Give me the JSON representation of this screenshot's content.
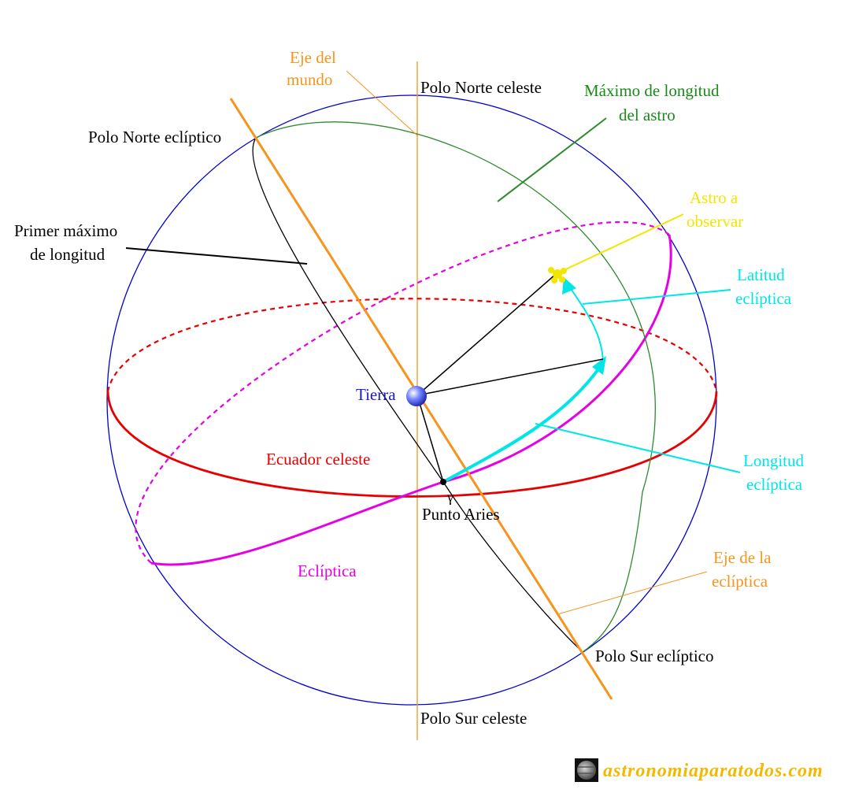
{
  "labels": {
    "eje_mundo": [
      "Eje del",
      "mundo"
    ],
    "polo_norte_celeste": "Polo Norte celeste",
    "maximo_longitud_astro": [
      "Máximo de longitud",
      "del astro"
    ],
    "polo_norte_ecliptico": "Polo Norte eclíptico",
    "astro_observar": [
      "Astro a",
      "observar"
    ],
    "primer_maximo": [
      "Primer máximo",
      "de longitud"
    ],
    "latitud_ecliptica": [
      "Latitud",
      "eclíptica"
    ],
    "tierra": "Tierra",
    "ecuador_celeste": "Ecuador celeste",
    "longitud_ecliptica": [
      "Longitud",
      "eclíptica"
    ],
    "gamma": "γ",
    "punto_aries": "Punto Aries",
    "ecliptica": "Eclíptica",
    "eje_ecliptica": [
      "Eje de la",
      "eclíptica"
    ],
    "polo_sur_ecliptico": "Polo Sur eclíptico",
    "polo_sur_celeste": "Polo Sur celeste",
    "watermark": "astronomiaparatodos.com"
  },
  "colors": {
    "sphere": "#0000cc",
    "celestial_axis": "#f7941d",
    "ecliptic_axis": "#f7941d",
    "equator": "#e60000",
    "ecliptic": "#e600e6",
    "longitude_max": "#2e8b2e",
    "first_max": "#000000",
    "latitude_longitude": "#00e6e6",
    "star": "#f2e600",
    "earth": "#3344ee",
    "label_black": "#000000",
    "label_orange": "#f7941d",
    "label_green": "#1a8a1a",
    "label_yellow": "#f2e600",
    "label_cyan": "#00e6e6",
    "label_blue": "#1a1acc",
    "label_red": "#e60000",
    "label_magenta": "#e600e6",
    "watermark": "#f5b800"
  },
  "icons": {
    "star": "star-icon",
    "earth": "earth-sphere-icon",
    "logo": "jupiter-logo-icon"
  }
}
